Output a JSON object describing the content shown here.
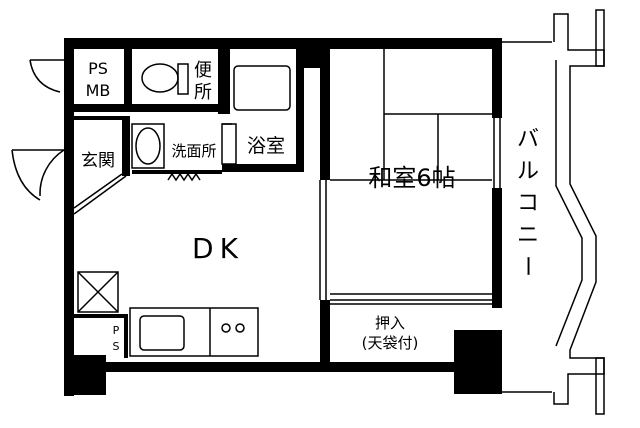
{
  "rooms": {
    "psmb": {
      "line1": "PS",
      "line2": "MB"
    },
    "toilet": {
      "line1": "便",
      "line2": "所"
    },
    "entrance": {
      "label": "玄関"
    },
    "washroom": {
      "label": "洗面所"
    },
    "bathroom": {
      "label": "浴室"
    },
    "japanese_room": {
      "label": "和室6帖"
    },
    "dk": {
      "label": "DK"
    },
    "ps": {
      "line1": "P",
      "line2": "S"
    },
    "closet": {
      "line1": "押入",
      "line2": "(天袋付)"
    },
    "balcony": {
      "chars": [
        "バ",
        "ル",
        "コ",
        "ニ",
        "ー"
      ]
    }
  },
  "colors": {
    "wall": "#000000",
    "background": "#ffffff"
  }
}
